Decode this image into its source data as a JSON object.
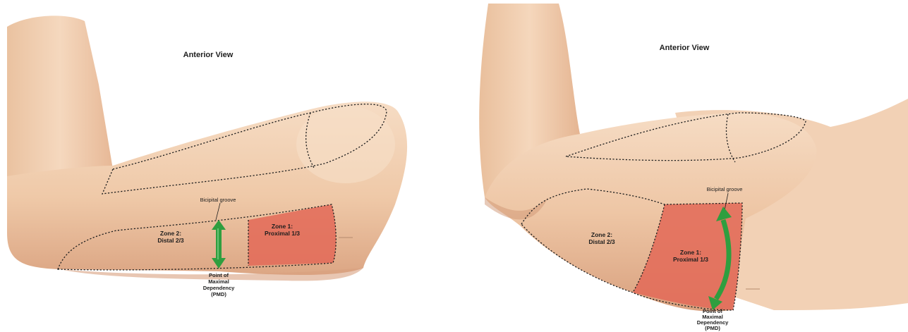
{
  "left": {
    "title": "Anterior View",
    "groove_label": "Bicipital groove",
    "zone2": [
      "Zone 2:",
      "Distal 2/3"
    ],
    "zone1": [
      "Zone 1:",
      "Proximal 1/3"
    ],
    "pmd": [
      "Point of",
      "Maximal",
      "Dependency",
      "(PMD)"
    ]
  },
  "right": {
    "title": "Anterior View",
    "groove_label": "Bicipital groove",
    "zone2": [
      "Zone 2:",
      "Distal 2/3"
    ],
    "zone1": [
      "Zone 1:",
      "Proximal 1/3"
    ],
    "pmd": [
      "Point of",
      "Maximal",
      "Dependency",
      "(PMD)"
    ]
  },
  "colors": {
    "skin_light": "#f4d7bd",
    "skin_mid": "#e9bc9a",
    "skin_shadow": "#d49c78",
    "zone1_fill": "#e46a58",
    "arrow_green": "#2f9e3f"
  }
}
